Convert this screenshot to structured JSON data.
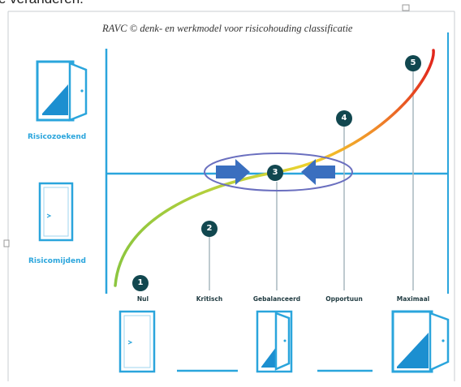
{
  "cut_off_text": "e veranderen.",
  "title": "RAVC © denk- en werkmodel voor risicohouding classificatie",
  "side_labels": {
    "seeking": "Risicozoekend",
    "avoiding": "Risicomijdend"
  },
  "axis_labels": [
    "Nul",
    "Kritisch",
    "Gebalanceerd",
    "Opportuun",
    "Maximaal"
  ],
  "markers": [
    "1",
    "2",
    "3",
    "4",
    "5"
  ],
  "colors": {
    "accent": "#2aa5dc",
    "marker": "#11474f",
    "arrow": "#3a6fbf",
    "ellipse": "#6a6fbf",
    "curve_low": "#8cc63f",
    "curve_mid": "#f2d02b",
    "curve_high": "#e1261c"
  }
}
